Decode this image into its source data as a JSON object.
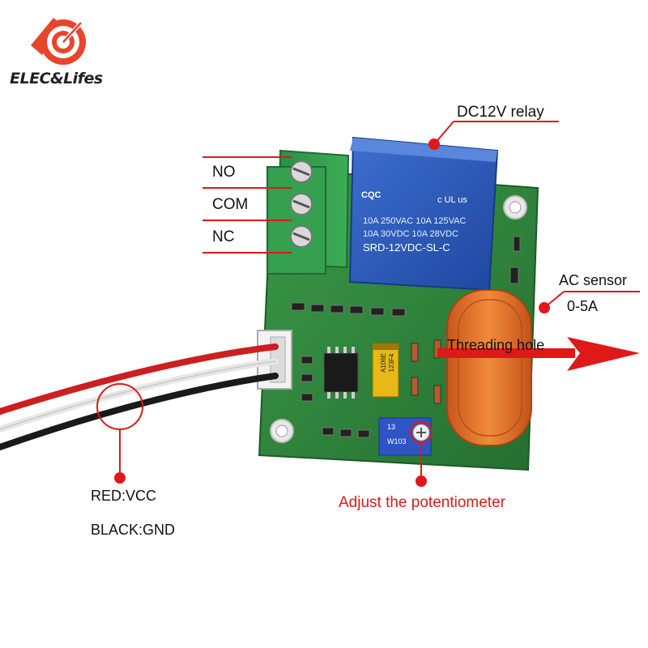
{
  "brand": {
    "name": "ELEC&Lifes",
    "accent": "#e8452c"
  },
  "labels": {
    "relay": "DC12V relay",
    "ac_sensor_line1": "AC sensor",
    "ac_sensor_line2": "0-5A",
    "threading_hole": "Threading hole",
    "red_vcc": "RED:VCC",
    "black_gnd": "BLACK:GND",
    "potentiometer": "Adjust the potentiometer"
  },
  "terminals": [
    "NO",
    "COM",
    "NC"
  ],
  "relay_markings": {
    "cert": "CQC",
    "line1": "10A 250VAC  10A 125VAC",
    "line2": "10A  30VDC  10A  28VDC",
    "model": "SRD-12VDC-SL-C",
    "ul": "c UL us"
  },
  "component_markings": {
    "capacitor_line1": "A106E",
    "capacitor_line2": "123F4",
    "pot_line1": "13",
    "pot_line2": "W103"
  },
  "colors": {
    "annotation": "#e01818",
    "pcb": "#2f8a3c",
    "relay": "#2b56b8",
    "sensor": "#e0742a",
    "terminal_block": "#2f9a4a"
  }
}
